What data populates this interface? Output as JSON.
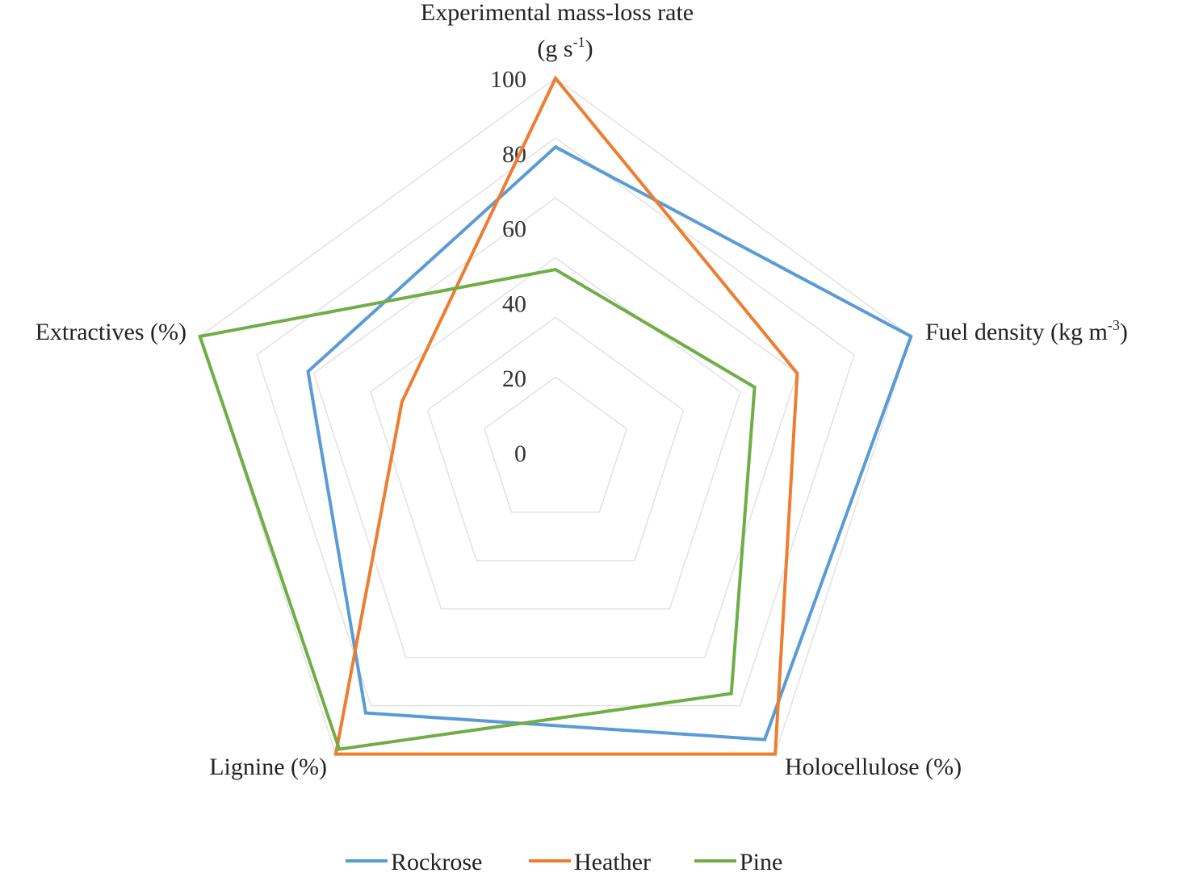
{
  "chart_data": {
    "type": "radar",
    "title": "",
    "axes": [
      {
        "line1": "Experimental mass-loss rate",
        "text": "(g s",
        "sup": "-1",
        "tail": ")"
      },
      {
        "text": "Fuel density (kg m",
        "sup": "-3",
        "tail": ")"
      },
      {
        "text": "Holocellulose (%)",
        "sup": "",
        "tail": ""
      },
      {
        "text": "Lignine (%)",
        "sup": "",
        "tail": ""
      },
      {
        "text": "Extractives (%)",
        "sup": "",
        "tail": ""
      }
    ],
    "ticks": [
      "0",
      "20",
      "40",
      "60",
      "80",
      "100"
    ],
    "range": [
      -25,
      100
    ],
    "series": [
      {
        "name": "Rockrose",
        "color": "#5b9bd5",
        "values": [
          77,
          100,
          94,
          83,
          62
        ]
      },
      {
        "name": "Heather",
        "color": "#ed7d31",
        "values": [
          100,
          60,
          100,
          100,
          29
        ]
      },
      {
        "name": "Pine",
        "color": "#70ad47",
        "values": [
          36,
          45,
          75,
          98,
          100
        ]
      }
    ],
    "legend": "bottom",
    "grid": true
  }
}
